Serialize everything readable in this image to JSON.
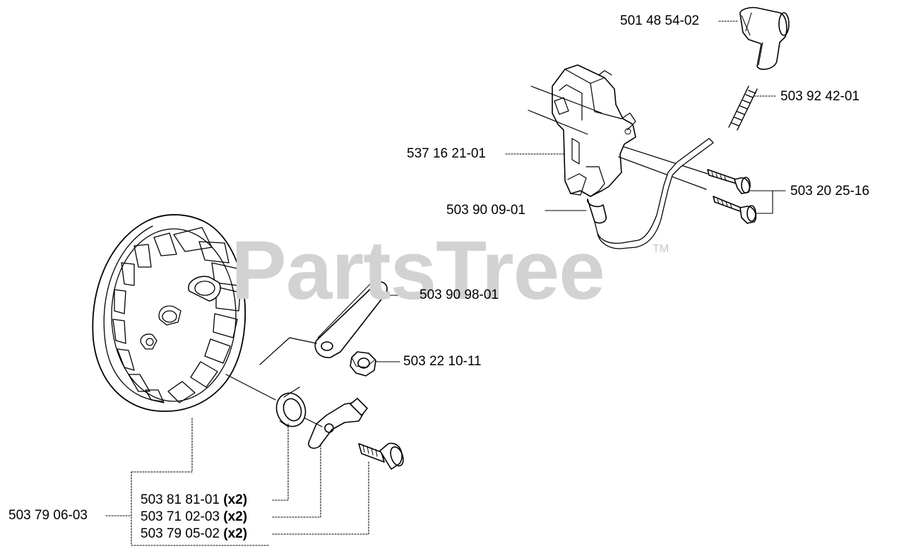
{
  "watermark": {
    "text": "PartsTree",
    "trademark": "TM"
  },
  "labels": {
    "cap": "501 48 54-02",
    "spring": "503 92 42-01",
    "ignition_module": "537 16 21-01",
    "screws": "503 20 25-16",
    "wire_boot": "503 90 09-01",
    "stop_plate": "503 90 98-01",
    "nut": "503 22 10-11",
    "flywheel": "503 79 06-03",
    "washer": {
      "part": "503 81 81-01",
      "qty": "(x2)"
    },
    "pawl": {
      "part": "503 71 02-03",
      "qty": "(x2)"
    },
    "pin": {
      "part": "503 79 05-02",
      "qty": "(x2)"
    }
  }
}
